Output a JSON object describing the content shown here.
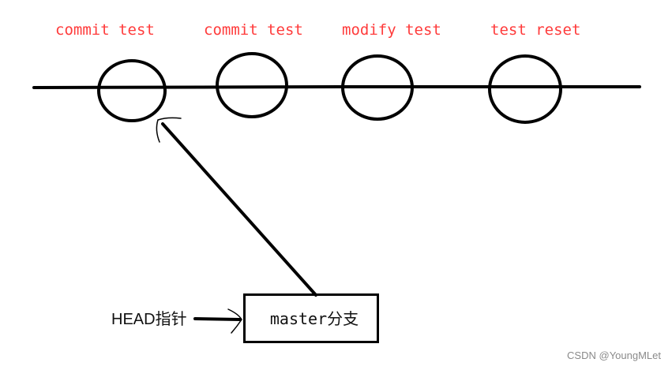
{
  "commits": [
    {
      "label": "commit test"
    },
    {
      "label": "commit test"
    },
    {
      "label": "modify test"
    },
    {
      "label": "test reset"
    }
  ],
  "head_pointer": {
    "label": "HEAD指针"
  },
  "branch": {
    "label": "master分支"
  },
  "watermark": "CSDN @YoungMLet",
  "colors": {
    "commit_label": "#ff3b3b",
    "stroke": "#000000",
    "text": "#111111",
    "watermark": "#8a8a8a"
  }
}
